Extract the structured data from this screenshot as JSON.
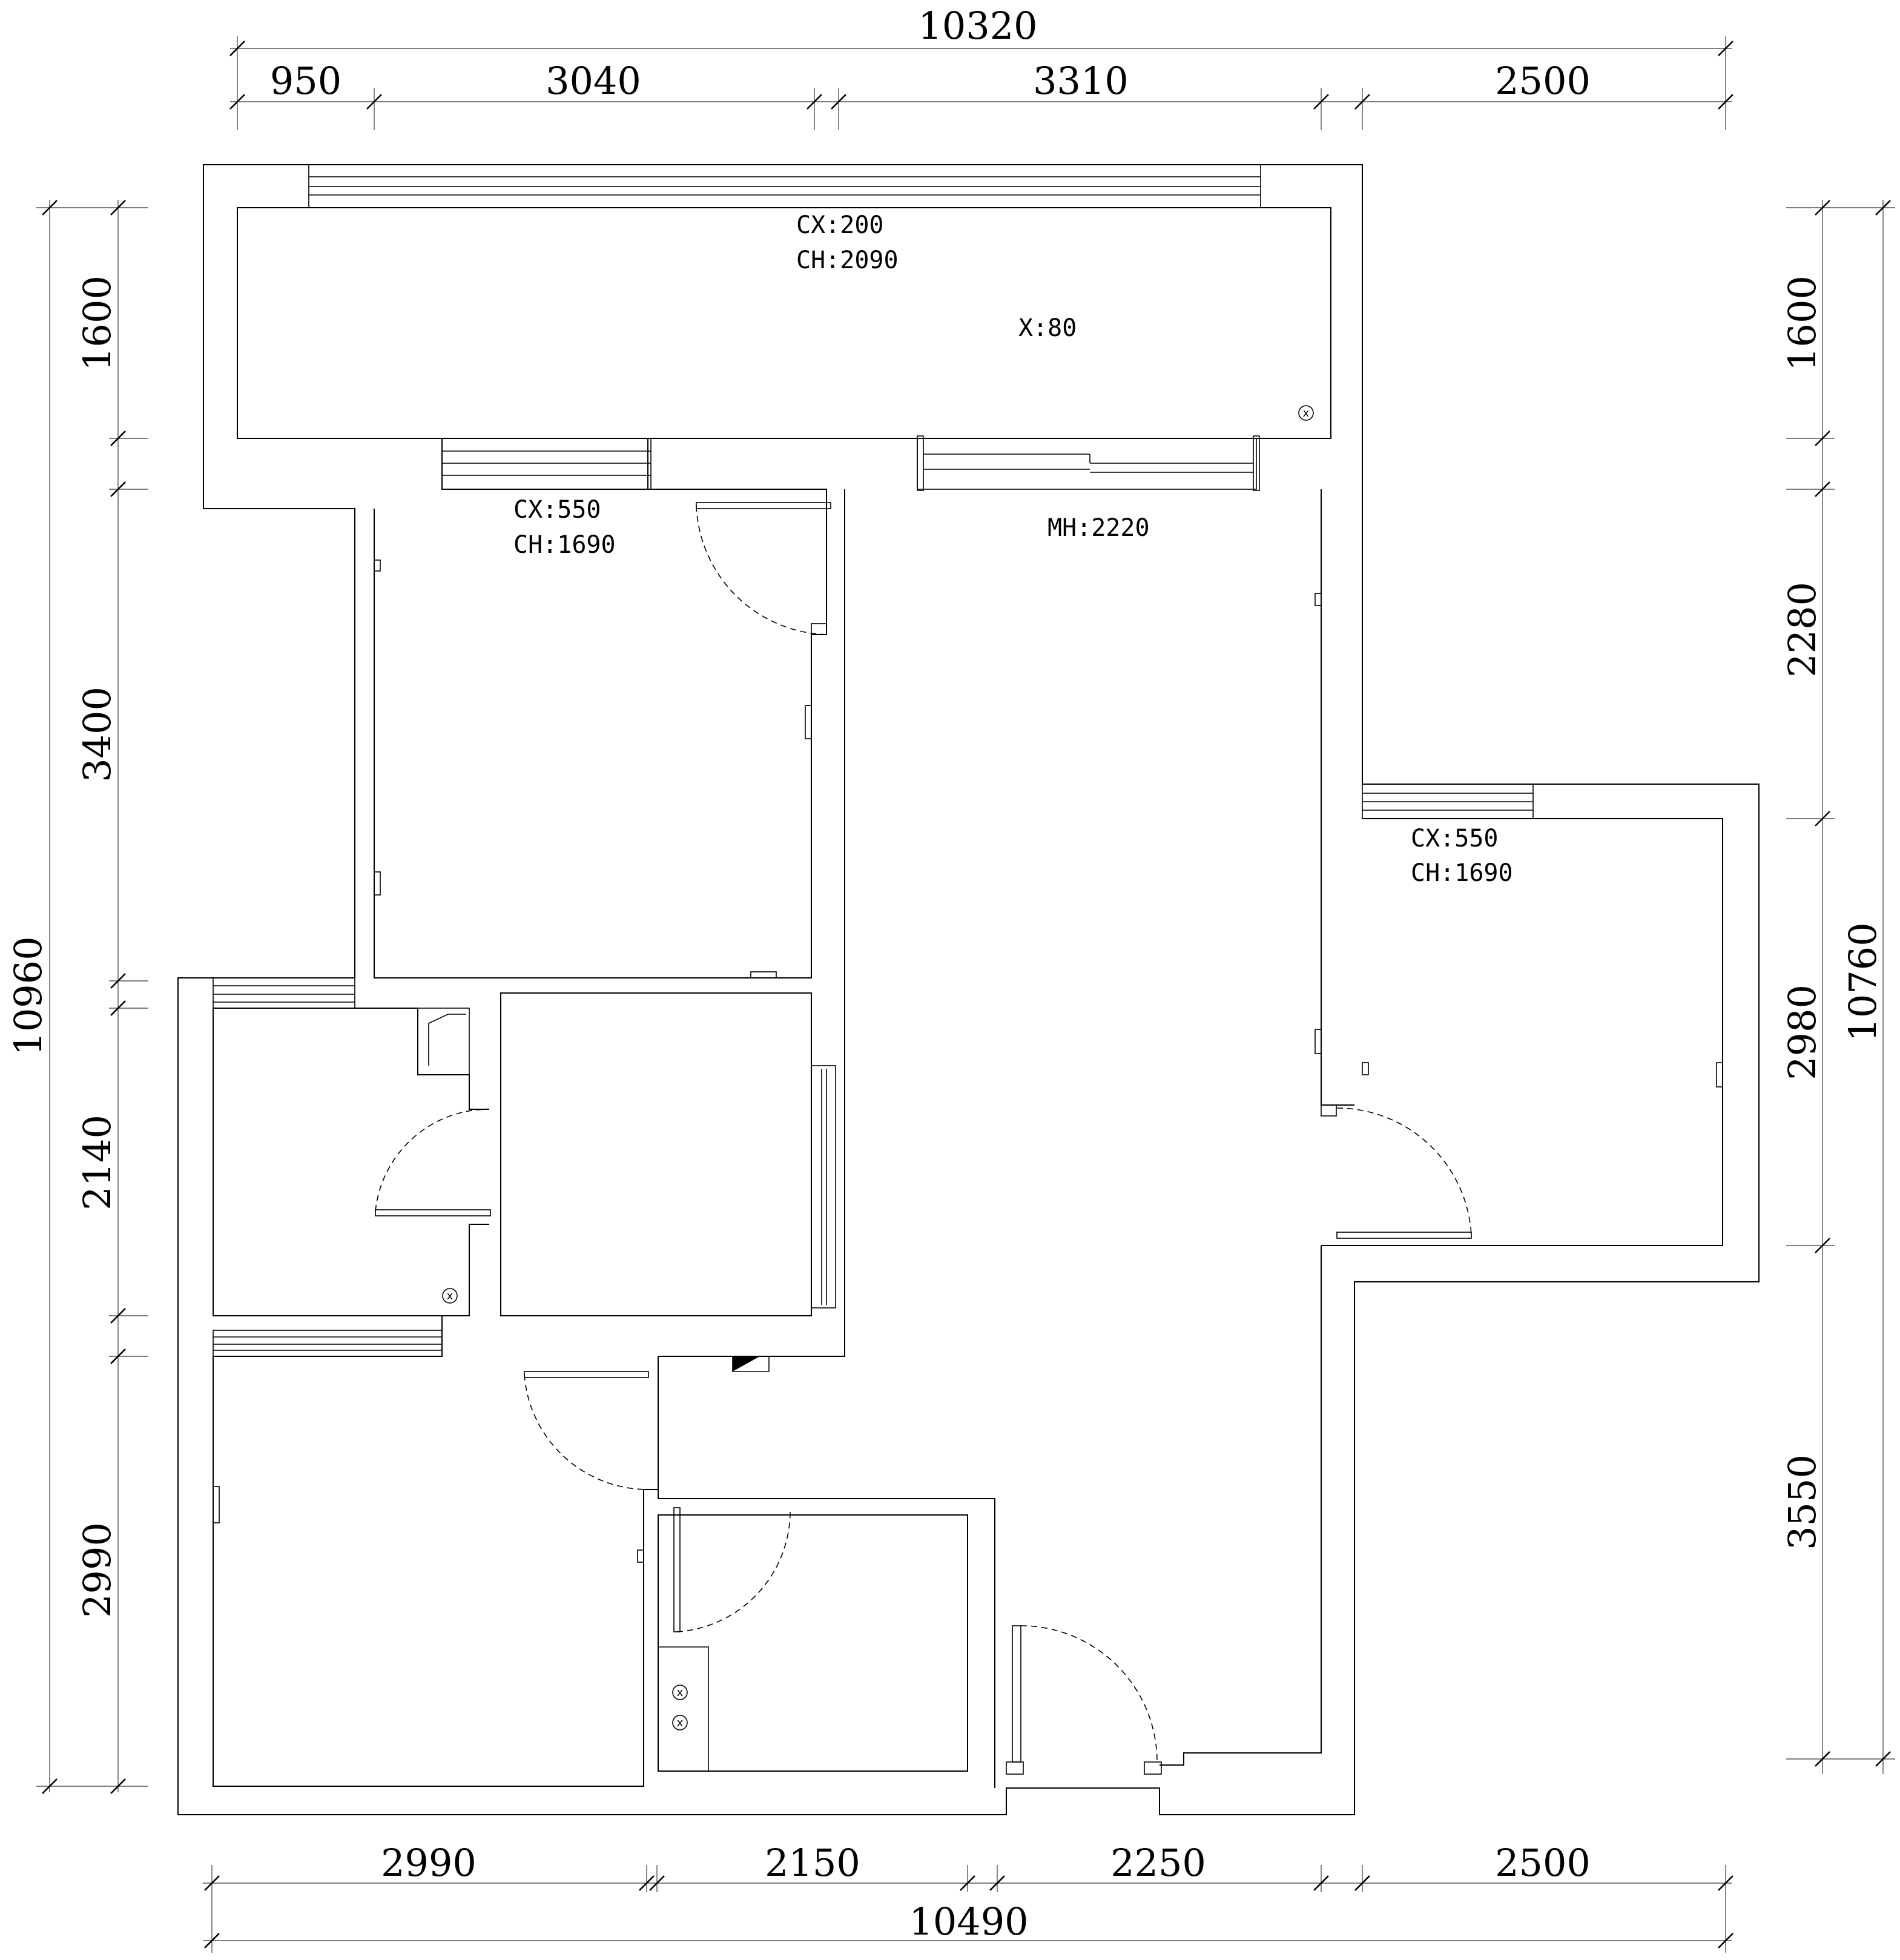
{
  "dimensions": {
    "top_total": "10320",
    "top": [
      "950",
      "3040",
      "3310",
      "2500"
    ],
    "bottom": [
      "2990",
      "2150",
      "2250",
      "2500"
    ],
    "bottom_total": "10490",
    "left": [
      "1600",
      "3400",
      "2140",
      "2990"
    ],
    "left_total": "10960",
    "right": [
      "1600",
      "2280",
      "2980",
      "3550"
    ],
    "right_total": "10760"
  },
  "annotations": {
    "balcony_cx": "CX:200",
    "balcony_ch": "CH:2090",
    "balcony_x": "X:80",
    "bedroom_cx": "CX:550",
    "bedroom_ch": "CH:1690",
    "living_mh": "MH:2220",
    "right_room_cx": "CX:550",
    "right_room_ch": "CH:1690"
  },
  "symbols": {
    "drain": "x"
  }
}
